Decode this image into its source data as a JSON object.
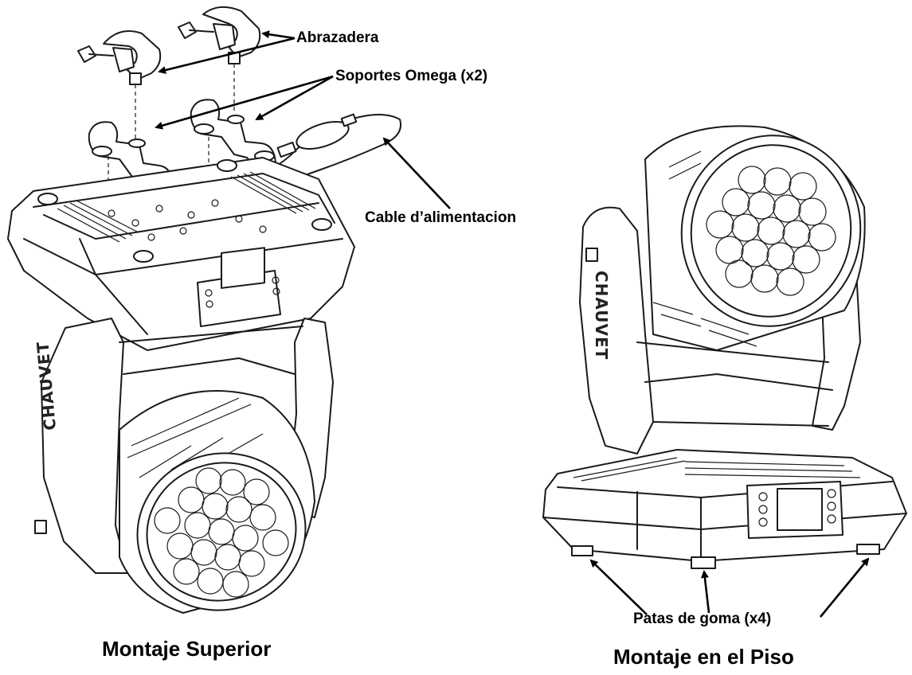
{
  "callouts": {
    "clamp": "Abrazadera",
    "omega_brackets": "Soportes Omega (x2)",
    "power_cable": "Cable d’alimentacion",
    "rubber_feet": "Patas de goma (x4)"
  },
  "captions": {
    "overhead_mounting": "Montaje Superior",
    "floor_mounting": "Montaje en el Piso"
  },
  "branding": {
    "fixture_brand": "CHAUVET"
  },
  "colors": {
    "line": "#1a1a1a",
    "background": "#ffffff"
  }
}
